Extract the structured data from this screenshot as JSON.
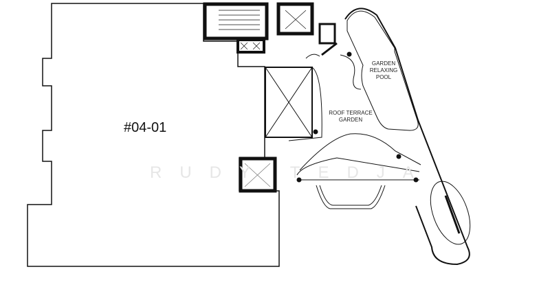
{
  "plan": {
    "unit_label": "#04-01",
    "pool_label": [
      "GARDEN",
      "RELAXING",
      "POOL"
    ],
    "terrace_label": [
      "ROOF TERRACE",
      "GARDEN"
    ],
    "watermark": "RUDY TEDJA"
  }
}
